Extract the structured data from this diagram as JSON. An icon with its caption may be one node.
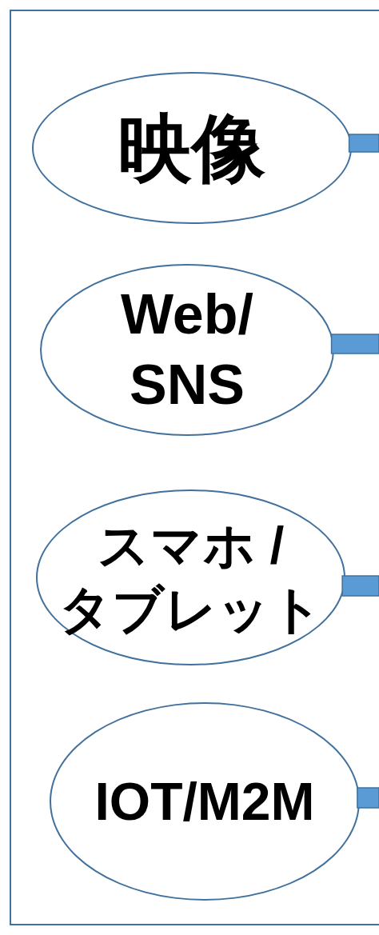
{
  "diagram": {
    "nodes": [
      {
        "text": [],
        "shape": "box"
      },
      {
        "text": [
          "映像"
        ],
        "in": 0
      },
      {
        "text": [
          "Web/ SNS"
        ],
        "in": 0
      },
      {
        "text": [
          "スマホ / タブレット"
        ],
        "in": 0
      },
      {
        "text": [
          "IOT/M2M"
        ],
        "in": 0
      }
    ],
    "edges": [
      {
        "from": 1,
        "to": null,
        "arrow": "none"
      },
      {
        "from": 2,
        "to": null,
        "arrow": "none"
      },
      {
        "from": 3,
        "to": null,
        "arrow": "none"
      },
      {
        "from": 4,
        "to": null,
        "arrow": "none"
      }
    ]
  }
}
